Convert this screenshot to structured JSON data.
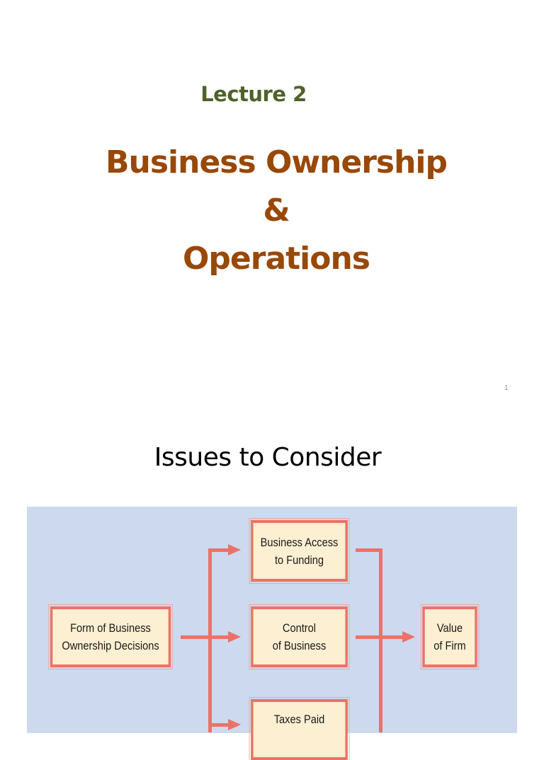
{
  "slide1": {
    "subtitle": "Lecture 2",
    "title_lines": [
      "Business Ownership",
      "&",
      "Operations"
    ],
    "page_number": "1"
  },
  "slide2": {
    "heading": "Issues to Consider",
    "diagram": {
      "colors": {
        "panel_background": "#cdd9ee",
        "box_fill": "#fdefd2",
        "box_border": "#ee7168",
        "arrow": "#ee7168"
      },
      "boxes": {
        "form_of_ownership": "Form of Business\nOwnership Decisions",
        "access_to_funding": "Business Access\nto Funding",
        "control": "Control\nof Business",
        "taxes": "Taxes Paid",
        "value": "Value\nof Firm"
      }
    }
  }
}
